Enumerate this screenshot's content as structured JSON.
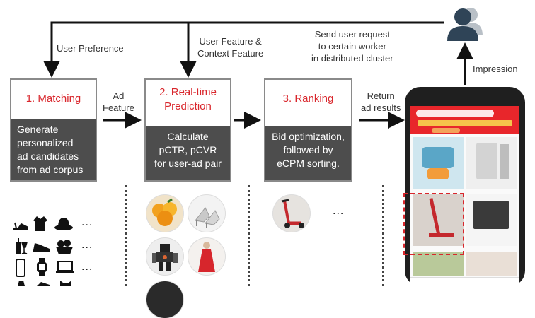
{
  "labels": {
    "user_preference": "User Preference",
    "user_feature": [
      "User Feature &",
      "Context Feature"
    ],
    "send_request": [
      "Send user request",
      "to certain worker",
      "in distributed cluster"
    ],
    "impression": "Impression",
    "ad_feature": [
      "Ad",
      "Feature"
    ],
    "return_results": [
      "Return",
      "ad results"
    ],
    "ellipsis": "..."
  },
  "stages": [
    {
      "title": [
        "1. Matching"
      ],
      "desc": [
        "Generate",
        "personalized",
        "ad candidates",
        "from ad corpus"
      ]
    },
    {
      "title": [
        "2. Real-time",
        "Prediction"
      ],
      "desc": [
        "Calculate",
        "pCTR, pCVR",
        "for user-ad pair"
      ]
    },
    {
      "title": [
        "3. Ranking"
      ],
      "desc": [
        "Bid optimization,",
        "followed by",
        "eCPM sorting."
      ]
    }
  ],
  "icons": {
    "user": "user-group-icon",
    "corpus_rows": [
      [
        "high-heel-icon",
        "coat-icon",
        "hat-icon"
      ],
      [
        "wine-bottle-icon",
        "sneaker-icon",
        "fruit-basket-icon"
      ],
      [
        "phone-icon",
        "smartwatch-icon",
        "laptop-icon"
      ],
      [
        "dress-icon",
        "shoe-icon",
        "cat-icon"
      ]
    ],
    "candidates": [
      "oranges-image",
      "heels-image",
      "robot-toy-image",
      "red-dress-image"
    ],
    "ranked": [
      "scooter-image"
    ]
  },
  "colors": {
    "accent": "#d9262c",
    "panel": "#4d4d4d",
    "border": "#8a8a8a",
    "phone_header": "#e8262b"
  }
}
